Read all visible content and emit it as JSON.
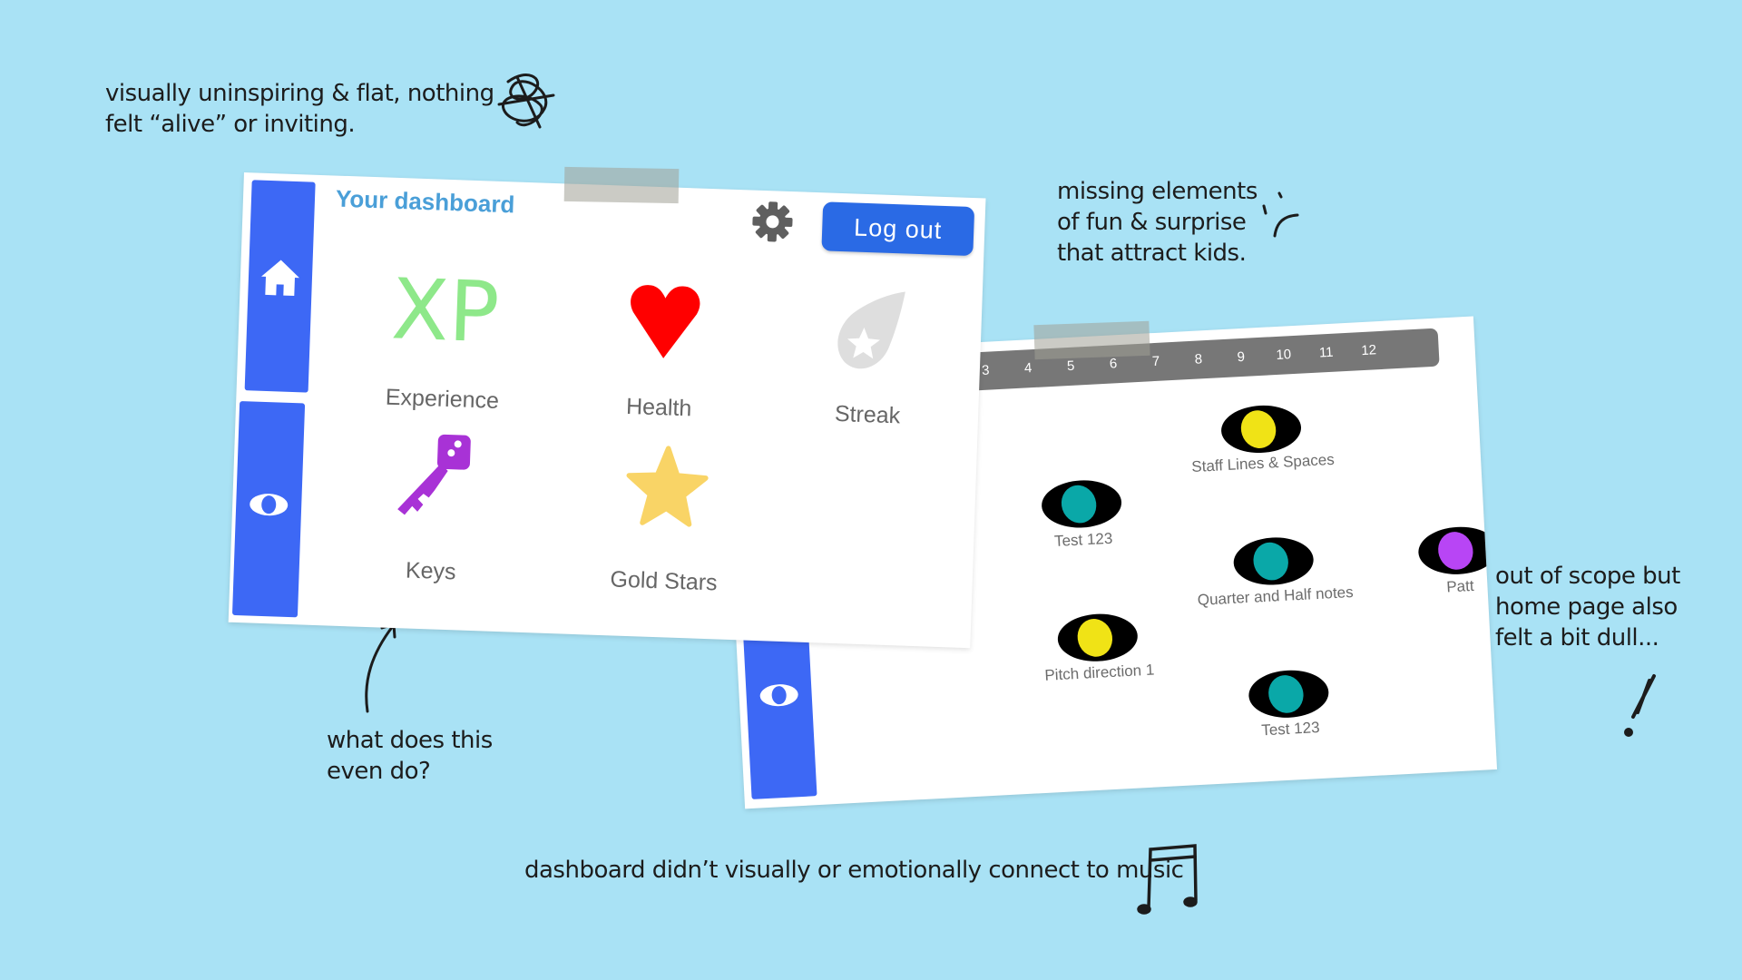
{
  "annotations": {
    "top_left": [
      "visually uninspiring & flat, nothing",
      "felt “alive” or inviting."
    ],
    "top_right": [
      "missing elements",
      "of fun & surprise",
      "that attract kids."
    ],
    "right": [
      "out of scope but",
      "home page also",
      "felt a bit dull..."
    ],
    "bottom_left": [
      "what does this",
      "even do?"
    ],
    "bottom": "dashboard didn’t visually or emotionally connect to music"
  },
  "dashboard": {
    "title": "Your dashboard",
    "logout_label": "Log out",
    "stats": [
      {
        "icon": "xp-text",
        "icon_text": "XP",
        "label": "Experience",
        "color": "#8ee88a"
      },
      {
        "icon": "heart-icon",
        "label": "Health",
        "color": "#ff0000"
      },
      {
        "icon": "comet-star-icon",
        "label": "Streak",
        "color": "#dddddd"
      },
      {
        "icon": "key-icon",
        "label": "Keys",
        "color": "#a832d6"
      },
      {
        "icon": "star-icon",
        "label": "Gold Stars",
        "color": "#f9d466"
      }
    ],
    "accent": "#3d68f5"
  },
  "home_page": {
    "ruler": [
      "3",
      "4",
      "5",
      "6",
      "7",
      "8",
      "9",
      "10",
      "11",
      "12"
    ],
    "lessons": [
      {
        "label": "Staff Lines & Spaces",
        "color": "#f0e316"
      },
      {
        "label": "Test 123",
        "color": "#0aa8a8"
      },
      {
        "label": "Quarter and Half notes",
        "color": "#0aa8a8"
      },
      {
        "label": "Patt",
        "color": "#b845f5"
      },
      {
        "label": "Pitch direction 1",
        "color": "#f0e316"
      },
      {
        "label": "Test 123",
        "color": "#0aa8a8"
      }
    ]
  }
}
